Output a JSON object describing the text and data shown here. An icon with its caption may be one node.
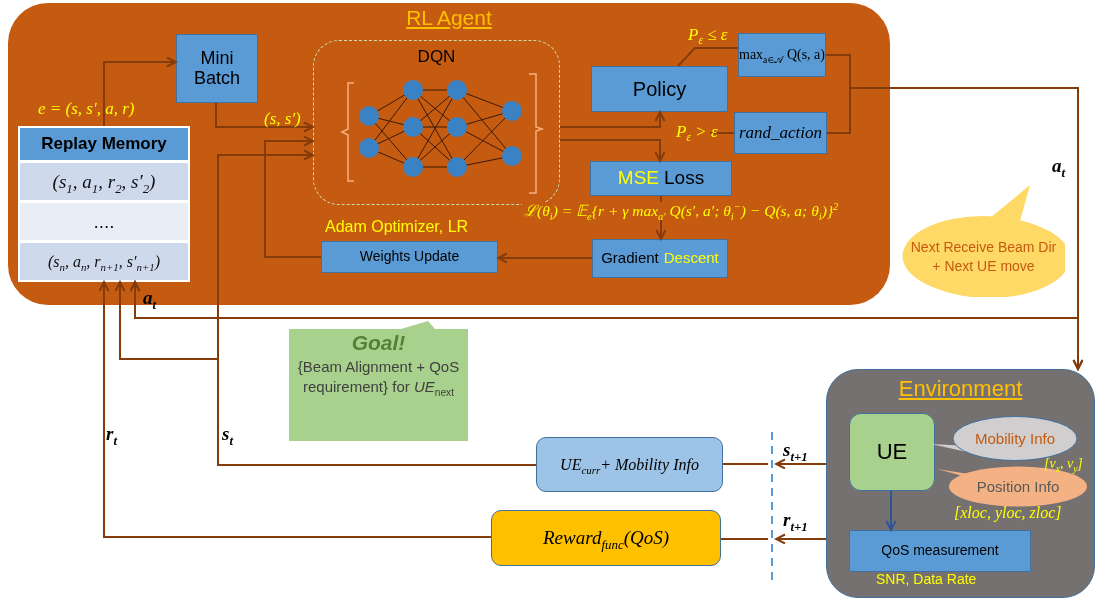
{
  "diagram": {
    "nodes": [
      {
        "text": [
          "RL Agent"
        ]
      },
      {
        "text": [
          "Replay Memory",
          "(s$_{1}$, a$_{1}$, r$_{2}$, s′$_{2}$)",
          "....",
          "(s$_{n}$, a$_{n}$, r$_{n+1}$, s′$_{n+1}$)"
        ],
        "in": 0
      },
      {
        "text": [
          "Mini Batch"
        ],
        "in": 0
      },
      {
        "text": [
          "DQN"
        ],
        "in": 0
      },
      {
        "text": [
          "Policy"
        ],
        "in": 0
      },
      {
        "text": [
          "max$_{a∈𝒜}$ Q(s, a)"
        ],
        "in": 0
      },
      {
        "text": [
          "rand_action"
        ],
        "in": 0
      },
      {
        "text": [
          "MSE",
          "Loss"
        ],
        "in": 0
      },
      {
        "text": [
          "Gradient",
          "Descent"
        ],
        "in": 0
      },
      {
        "text": [
          "Weights Update"
        ],
        "in": 0,
        "beside": [
          "Adam Optimizer, LR"
        ]
      },
      {
        "text": [
          "Next Receive Beam Dir + Next UE move"
        ]
      },
      {
        "text": [
          "Goal!",
          "{Beam Alignment + QoS requirement} for *UE*$_{next}$"
        ]
      },
      {
        "text": [
          "UE$_{curr}$+ Mobility Info"
        ]
      },
      {
        "text": [
          "Reward$_{func}$(QoS)"
        ]
      },
      {
        "text": [
          "Environment"
        ]
      },
      {
        "text": [
          "UE"
        ],
        "in": 14
      },
      {
        "text": [
          "Mobility Info"
        ],
        "in": 14,
        "beside": [
          "[v$_{x}$, v$_{y}$]"
        ]
      },
      {
        "text": [
          "Position Info"
        ],
        "in": 14,
        "beside": [
          "[xloc, yloc, zloc]"
        ]
      },
      {
        "text": [
          "QoS measurement"
        ],
        "in": 14,
        "beside": [
          "SNR, Data Rate"
        ]
      },
      {
        "text": [],
        "shape": "bar"
      }
    ],
    "edges": [
      {
        "from": 1,
        "to": 2,
        "arrow": "to",
        "label": "e = (s, s′, a, r)"
      },
      {
        "from": 2,
        "to": 3,
        "arrow": "to",
        "label": "(s, s′)"
      },
      {
        "from": 12,
        "to": 3,
        "arrow": "to",
        "label": "s$_{t}$"
      },
      {
        "from": 12,
        "to": 1,
        "arrow": "to"
      },
      {
        "from": 9,
        "to": 3,
        "arrow": "to"
      },
      {
        "from": 3,
        "to": 4,
        "arrow": "to"
      },
      {
        "from": 3,
        "to": 7,
        "arrow": "to"
      },
      {
        "from": 4,
        "to": 5,
        "arrow": "none",
        "label": "P$_{ε}$ ≤ ε"
      },
      {
        "from": 4,
        "to": 6,
        "arrow": "none",
        "label": "P$_{ε}$ > ε"
      },
      {
        "from": 5,
        "to": 14,
        "arrow": "to",
        "label": "a$_{t}$"
      },
      {
        "from": 6,
        "to": 14,
        "arrow": "to"
      },
      {
        "from": 5,
        "to": 1,
        "arrow": "to",
        "label": "a$_{t}$"
      },
      {
        "from": 6,
        "to": 1,
        "arrow": "to"
      },
      {
        "from": 7,
        "to": 8,
        "arrow": "to"
      },
      {
        "from": 8,
        "to": 9,
        "arrow": "to"
      },
      {
        "from": 15,
        "to": 18,
        "arrow": "to",
        "color": "#2f5597"
      },
      {
        "from": 14,
        "to": 19,
        "arrow": "to",
        "label": "s$_{t+1}$"
      },
      {
        "from": 19,
        "to": 12,
        "arrow": "none"
      },
      {
        "from": 14,
        "to": 19,
        "arrow": "to",
        "label": "r$_{t+1}$"
      },
      {
        "from": 19,
        "to": 13,
        "arrow": "none"
      },
      {
        "from": 13,
        "to": 1,
        "arrow": "to",
        "label": "r$_{t}$"
      }
    ],
    "labels": [
      "ℒ(θ$_{i}$) = 𝔼$_{e}${r + γ max$_{a′}$ Q(s′, a′; θ$_{i}$$^{−}$) − Q(s, a; θ$_{i}$)}$^{2}$"
    ]
  }
}
